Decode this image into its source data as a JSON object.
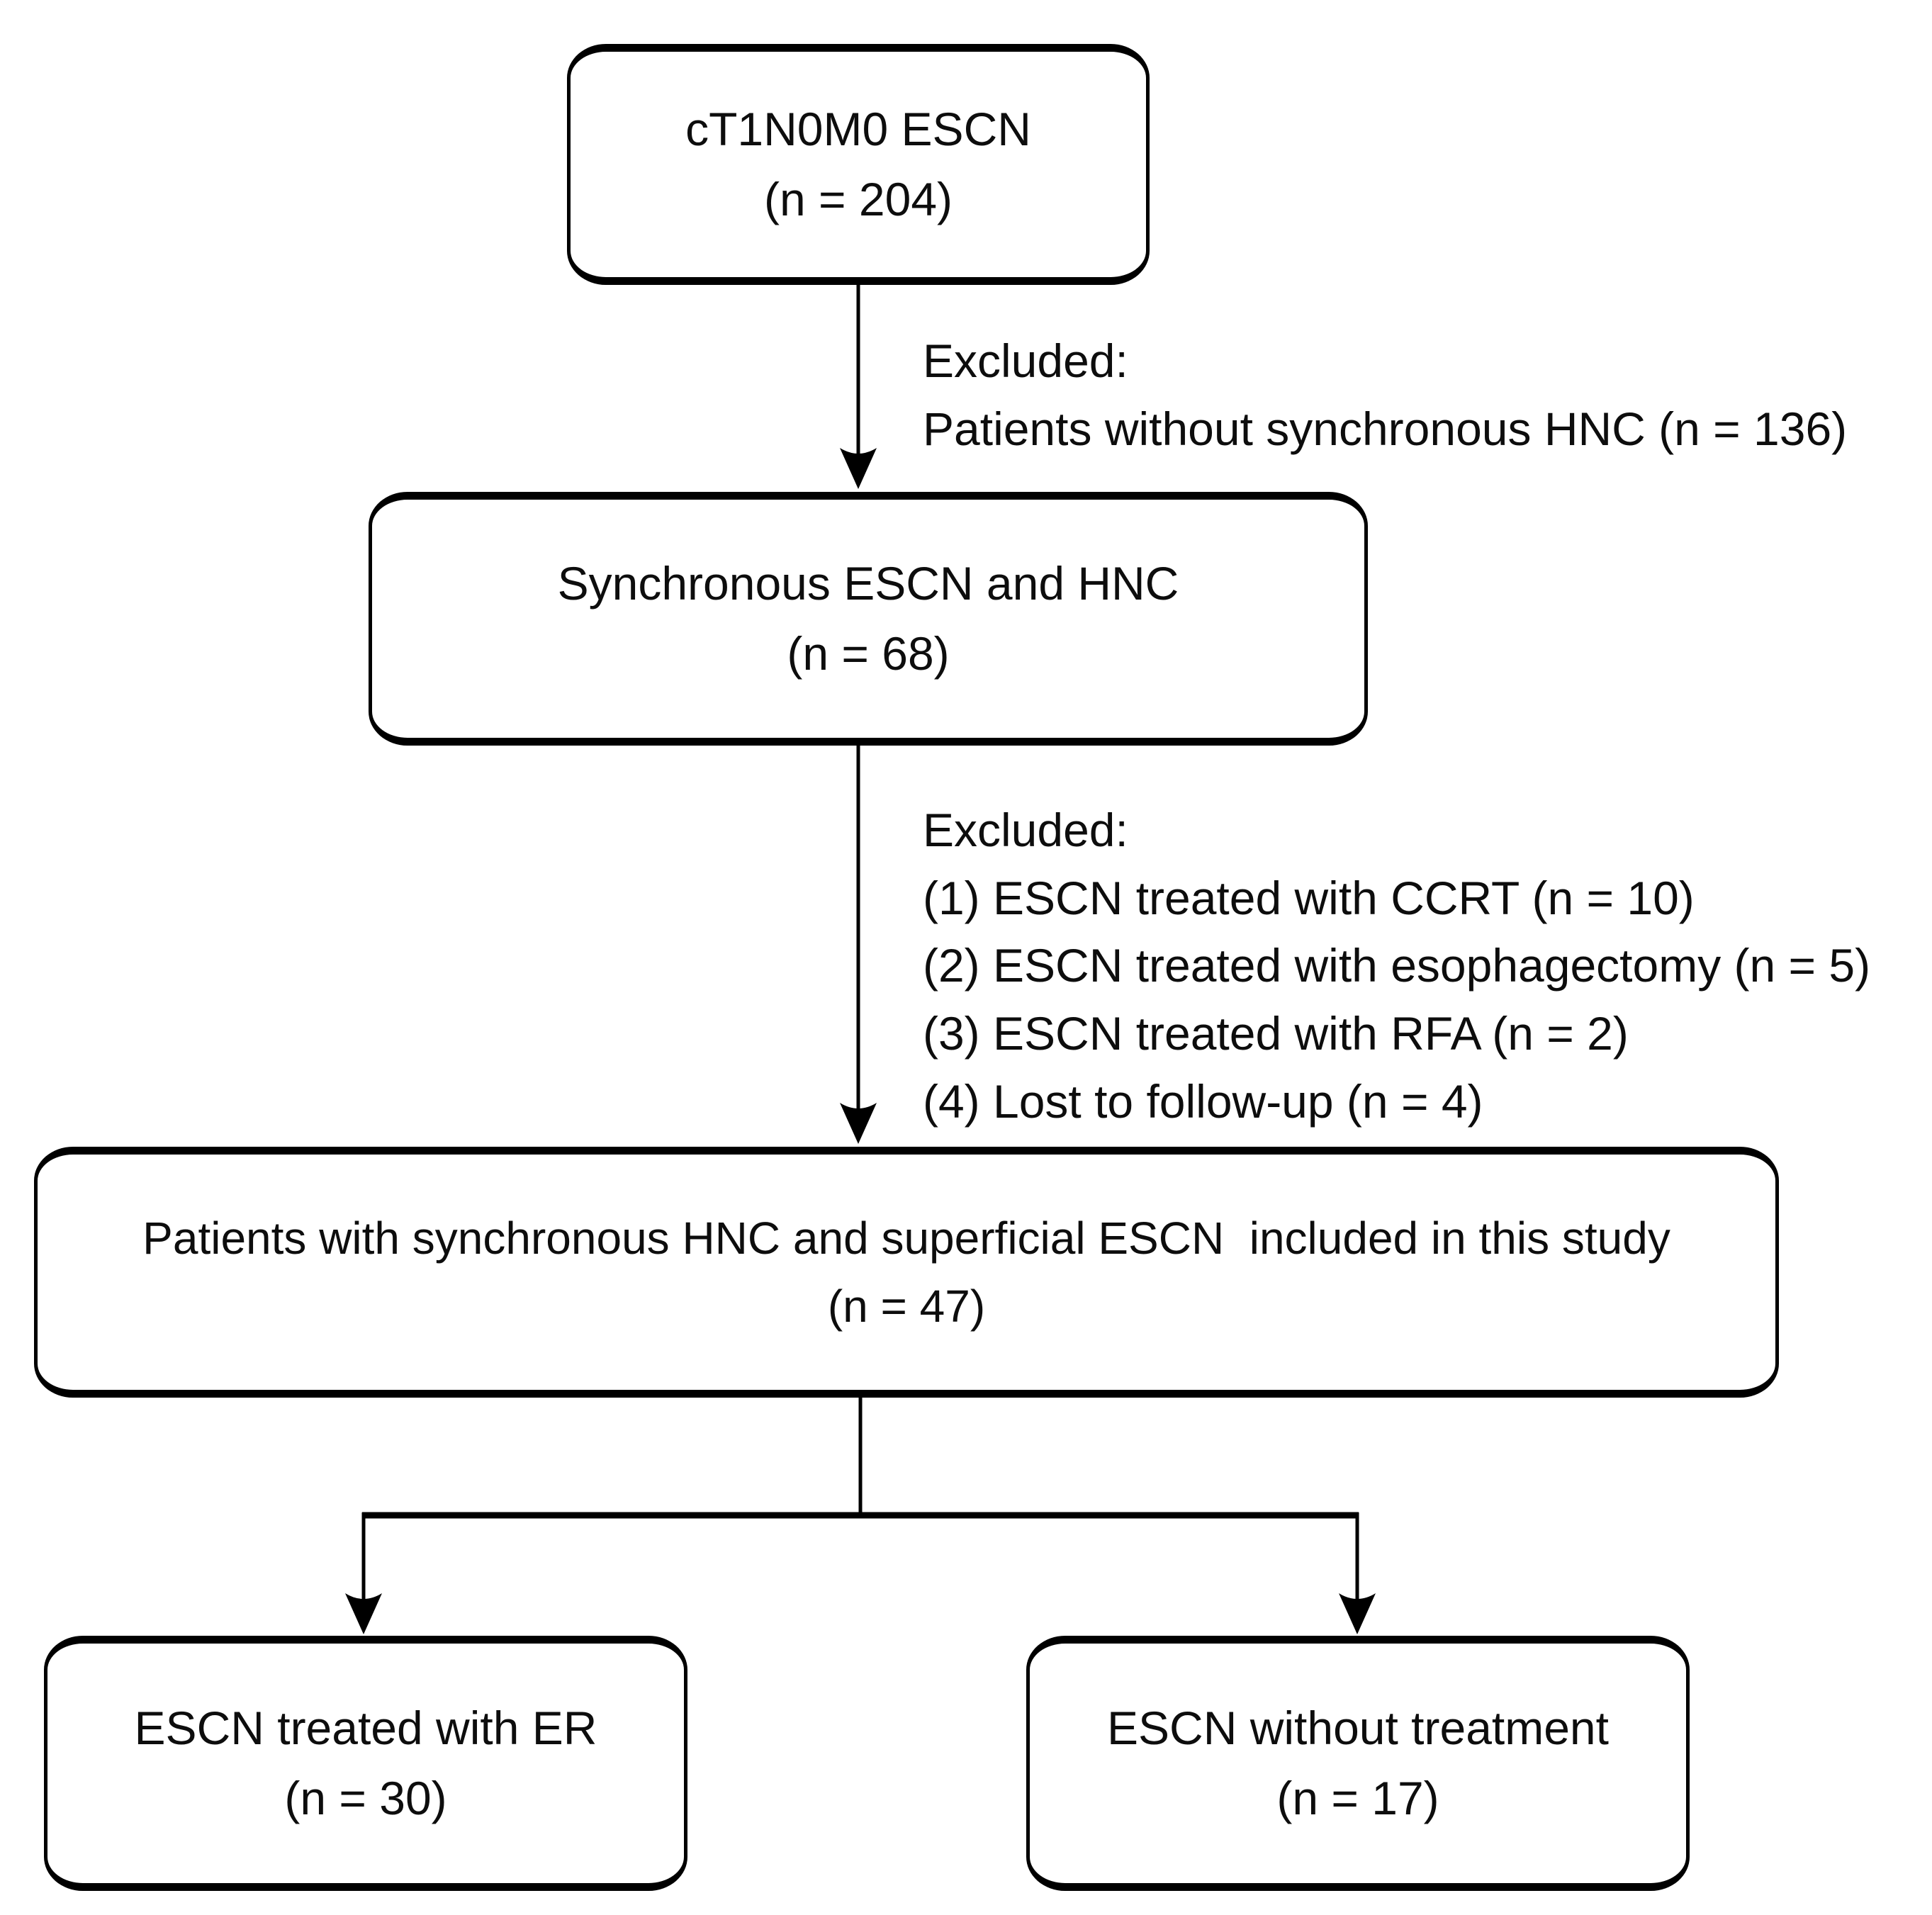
{
  "figure_type": "patient-selection-flowchart",
  "colors": {
    "line": "#000000",
    "box_border": "#000000",
    "text": "#0d0d0d",
    "background": "#ffffff"
  },
  "boxes": {
    "initial": {
      "line1": "cT1N0M0 ESCN",
      "line2": "(n = 204)"
    },
    "synchronous": {
      "line1": "Synchronous ESCN and HNC",
      "line2": "(n = 68)"
    },
    "included": {
      "line1": "Patients with synchronous HNC and superficial ESCN  included in this study",
      "line2": "(n = 47)"
    },
    "treated_er": {
      "line1": "ESCN treated with ER",
      "line2": "(n = 30)"
    },
    "no_treatment": {
      "line1": "ESCN without treatment",
      "line2": "(n = 17)"
    }
  },
  "exclusions1": {
    "title": "Excluded:",
    "items": [
      "Patients without synchronous HNC (n = 136)"
    ]
  },
  "exclusions2": {
    "title": "Excluded:",
    "items": [
      "(1) ESCN treated with CCRT (n = 10)",
      "(2) ESCN treated with esophagectomy (n = 5)",
      "(3) ESCN treated with RFA (n = 2)",
      "(4) Lost to follow-up (n = 4)"
    ]
  }
}
